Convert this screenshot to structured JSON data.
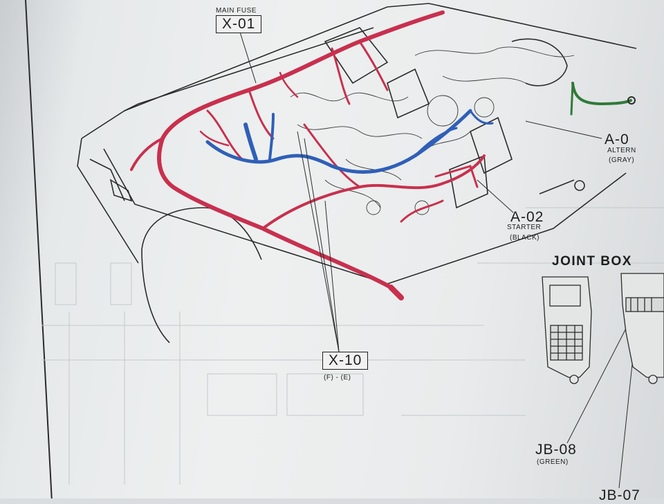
{
  "labels": {
    "main_fuse_caption": "MAIN FUSE",
    "main_fuse_code": "X-01",
    "x10_code": "X-10",
    "x10_caption": "(F) - (E)",
    "a02_code": "A-02",
    "a02_name": "STARTER",
    "a02_color": "(BLACK)",
    "a03_code": "A-0",
    "a03_name": "ALTERN",
    "a03_color": "(GRAY)",
    "joint_box_title": "JOINT BOX",
    "jb08_code": "JB-08",
    "jb08_color": "(GREEN)",
    "jb07_code": "JB-07"
  },
  "colors": {
    "harness_red": "#c8304e",
    "harness_blue": "#2f5fb8",
    "harness_green": "#2f7a3a",
    "line_ink": "#2b2b2b"
  }
}
